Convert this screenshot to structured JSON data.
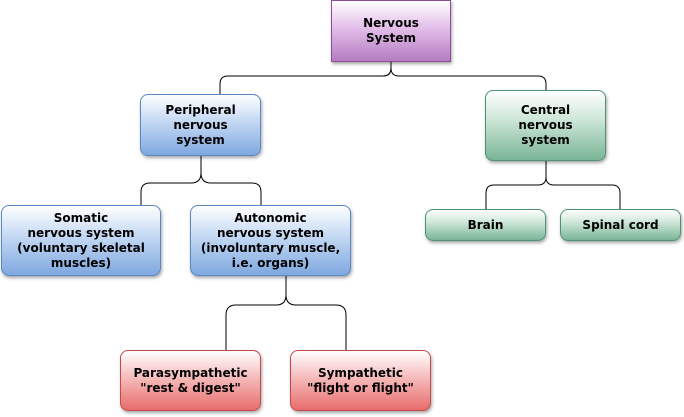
{
  "nodes": {
    "nervous_system": "Nervous\nSystem",
    "peripheral": "Peripheral\nnervous\nsystem",
    "central": "Central\nnervous\nsystem",
    "somatic": "Somatic\nnervous system\n(voluntary skeletal\nmuscles)",
    "autonomic": "Autonomic\nnervous system\n(involuntary muscle,\ni.e. organs)",
    "brain": "Brain",
    "spinal_cord": "Spinal cord",
    "parasympathetic": "Parasympathetic\n\"rest & digest\"",
    "sympathetic": "Sympathetic\n\"flight or flight\""
  },
  "colors": {
    "root": "#b67cc2",
    "peripheral_branch": "#7ea8df",
    "central_branch": "#79b596",
    "autonomic_children": "#e86c6c",
    "connector": "#000000"
  }
}
